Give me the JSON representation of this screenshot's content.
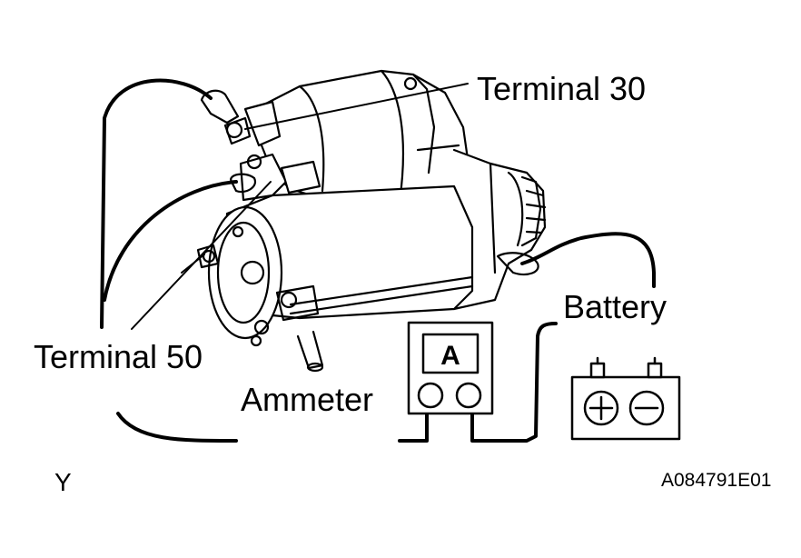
{
  "labels": {
    "terminal_30": "Terminal 30",
    "terminal_50": "Terminal 50",
    "battery": "Battery",
    "ammeter": "Ammeter",
    "meter_letter": "A",
    "corner_mark": "Y",
    "figure_code": "A084791E01"
  },
  "icons": [
    "starter-motor-icon",
    "ammeter-icon",
    "battery-icon",
    "plus-icon",
    "minus-icon"
  ],
  "colors": {
    "ink": "#000000",
    "paper": "#ffffff"
  }
}
